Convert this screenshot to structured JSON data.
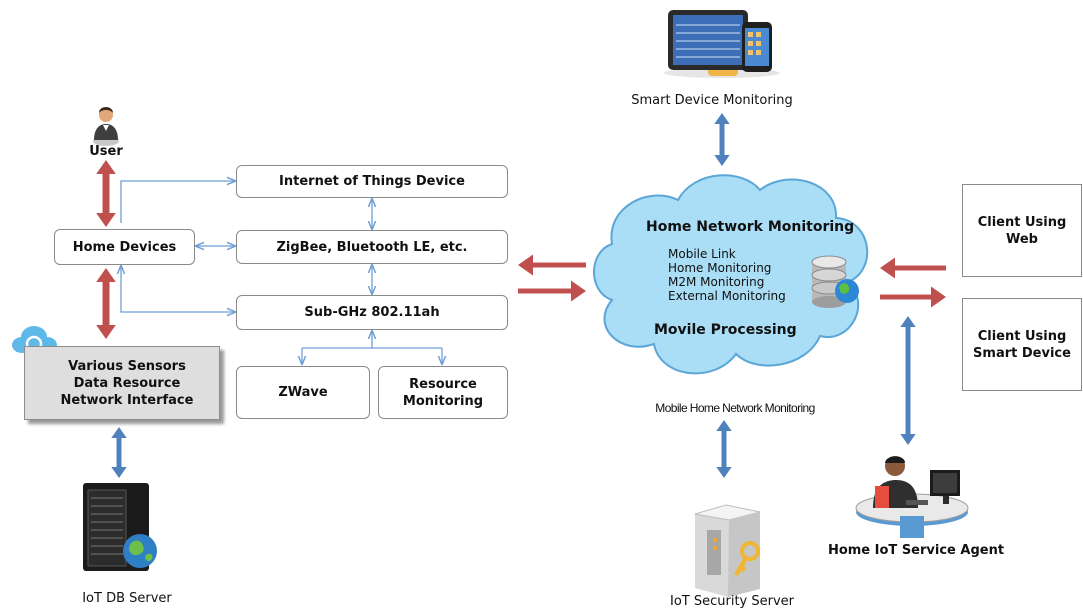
{
  "user": {
    "label": "User"
  },
  "home_devices": {
    "label": "Home Devices"
  },
  "sensors": {
    "label": "Various Sensors\nData Resource\nNetwork Interface"
  },
  "iot_db_server": {
    "label": "IoT DB Server"
  },
  "iot_device": {
    "label": "Internet of Things Device"
  },
  "zigbee": {
    "label": "ZigBee, Bluetooth LE, etc."
  },
  "subghz": {
    "label": "Sub-GHz 802.11ah"
  },
  "zwave": {
    "label": "ZWave"
  },
  "resource_monitoring": {
    "label": "Resource\nMonitoring"
  },
  "smart_device_monitoring": {
    "label": "Smart Device Monitoring"
  },
  "cloud": {
    "title": "Home Network Monitoring",
    "items": [
      "Mobile Link",
      "Home Monitoring",
      "M2M Monitoring",
      "External Monitoring"
    ],
    "footer": "Movile Processing",
    "caption": "Mobile Home Network Monitoring"
  },
  "iot_security_server": {
    "label": "IoT Security Server"
  },
  "client_web": {
    "label": "Client Using\nWeb"
  },
  "client_smart": {
    "label": "Client Using\nSmart Device"
  },
  "service_agent": {
    "label": "Home IoT Service Agent"
  },
  "colors": {
    "red_arrow": "#c0504d",
    "blue_arrow": "#4f81bd",
    "thin_line": "#6f9fd8",
    "cloud_fill": "#a9def6",
    "cloud_stroke": "#5aa6d6"
  }
}
